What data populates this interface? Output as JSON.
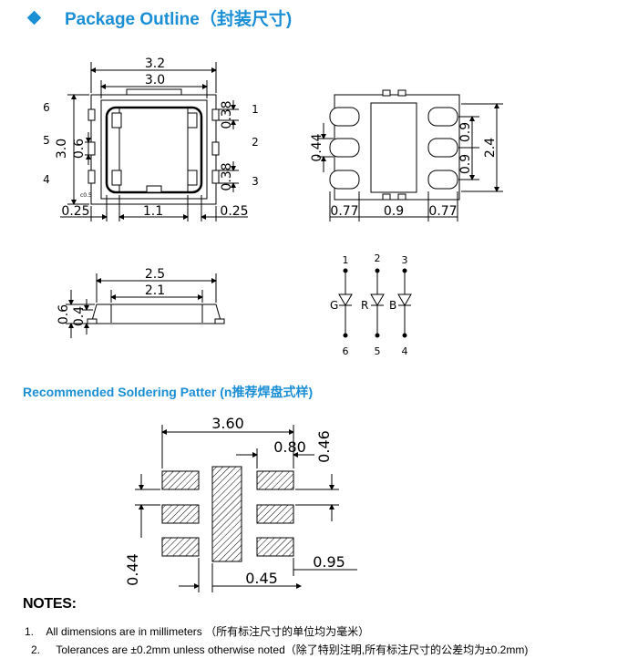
{
  "header": {
    "title": "Package Outline（封装尺寸)"
  },
  "top_view": {
    "dim_outer_width": "3.2",
    "dim_inner_width": "3.0",
    "dim_height": "3.0",
    "dim_pad_height_left": "0.6",
    "dim_pad_top_right": "0.38",
    "dim_pad_bottom_right": "0.38",
    "dim_bottom_left": "0.25",
    "dim_bottom_center": "1.1",
    "dim_bottom_right": "0.25",
    "pin_labels_left": [
      "6",
      "5",
      "4"
    ],
    "pin_labels_right": [
      "1",
      "2",
      "3"
    ],
    "corner_label": "c0.5"
  },
  "bottom_view": {
    "dim_left_pad": "0.44",
    "dim_right_09_top": "0.9",
    "dim_right_09_bottom": "0.9",
    "dim_right_total": "2.4",
    "dim_bottom_left": "0.77",
    "dim_bottom_center": "0.9",
    "dim_bottom_right": "0.77"
  },
  "side_view": {
    "dim_top_outer": "2.5",
    "dim_top_inner": "2.1",
    "dim_height_total": "0.6",
    "dim_height_body": "0.4"
  },
  "circuit": {
    "top_pins": [
      "1",
      "2",
      "3"
    ],
    "bottom_pins": [
      "6",
      "5",
      "4"
    ],
    "diode_labels": [
      "G",
      "R",
      "B"
    ]
  },
  "soldering": {
    "title": "Recommended Soldering Patter (n推荐焊盘式样)",
    "dim_total_width": "3.60",
    "dim_pad_width": "0.80",
    "dim_pad_height": "0.46",
    "dim_left_pitch": "0.44",
    "dim_gap": "0.45",
    "dim_right": "0.95"
  },
  "notes": {
    "title": "NOTES:",
    "items": [
      {
        "num": "1.",
        "text": "All dimensions are in millimeters （所有标注尺寸的单位均为毫米）"
      },
      {
        "num": "2.",
        "text": "Tolerances are ±0.2mm unless otherwise noted（除了特别注明,所有标注尺寸的公差均为±0.2mm)"
      }
    ]
  }
}
